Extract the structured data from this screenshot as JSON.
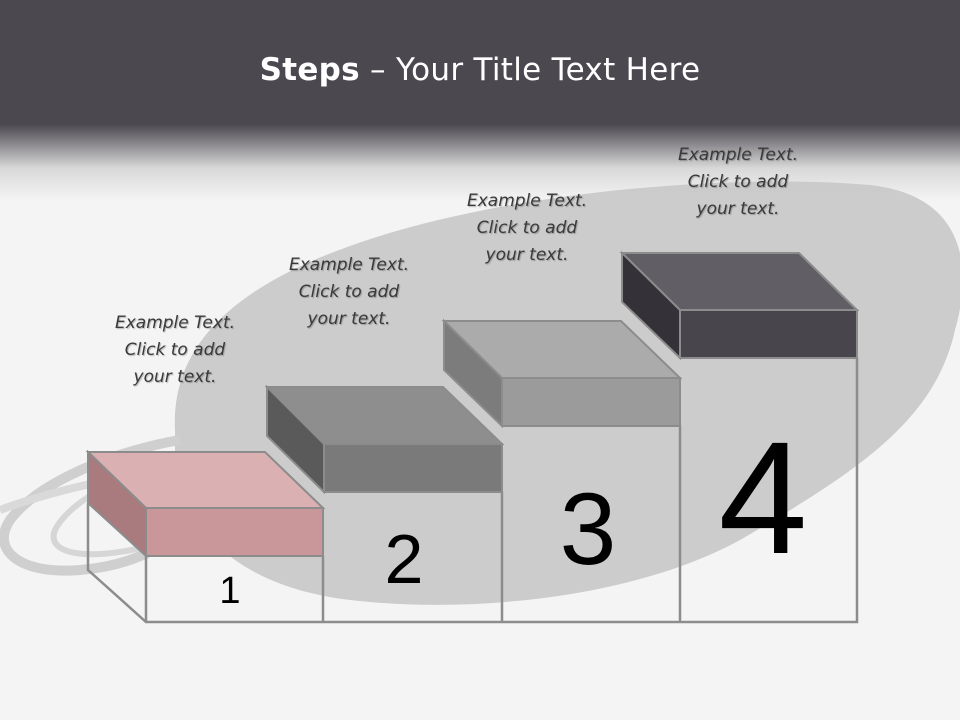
{
  "slide": {
    "title_bold": "Steps",
    "title_rest": " – Your Title Text Here"
  },
  "steps": [
    {
      "number": "1",
      "line1": "Example Text.",
      "line2": "Click  to add",
      "line3": "your text.",
      "color": "#d9aeb1"
    },
    {
      "number": "2",
      "line1": "Example Text.",
      "line2": "Click  to add",
      "line3": "your text.",
      "color": "#8a8a8a"
    },
    {
      "number": "3",
      "line1": "Example Text.",
      "line2": "Click  to add",
      "line3": "your text.",
      "color": "#a9a9a9"
    },
    {
      "number": "4",
      "line1": "Example Text.",
      "line2": "Click  to add",
      "line3": "your text.",
      "color": "#5e5b62"
    }
  ],
  "colors": {
    "header": "#4b4850",
    "background": "#f4f4f4",
    "shadow_shape": "#c9c9c9"
  }
}
